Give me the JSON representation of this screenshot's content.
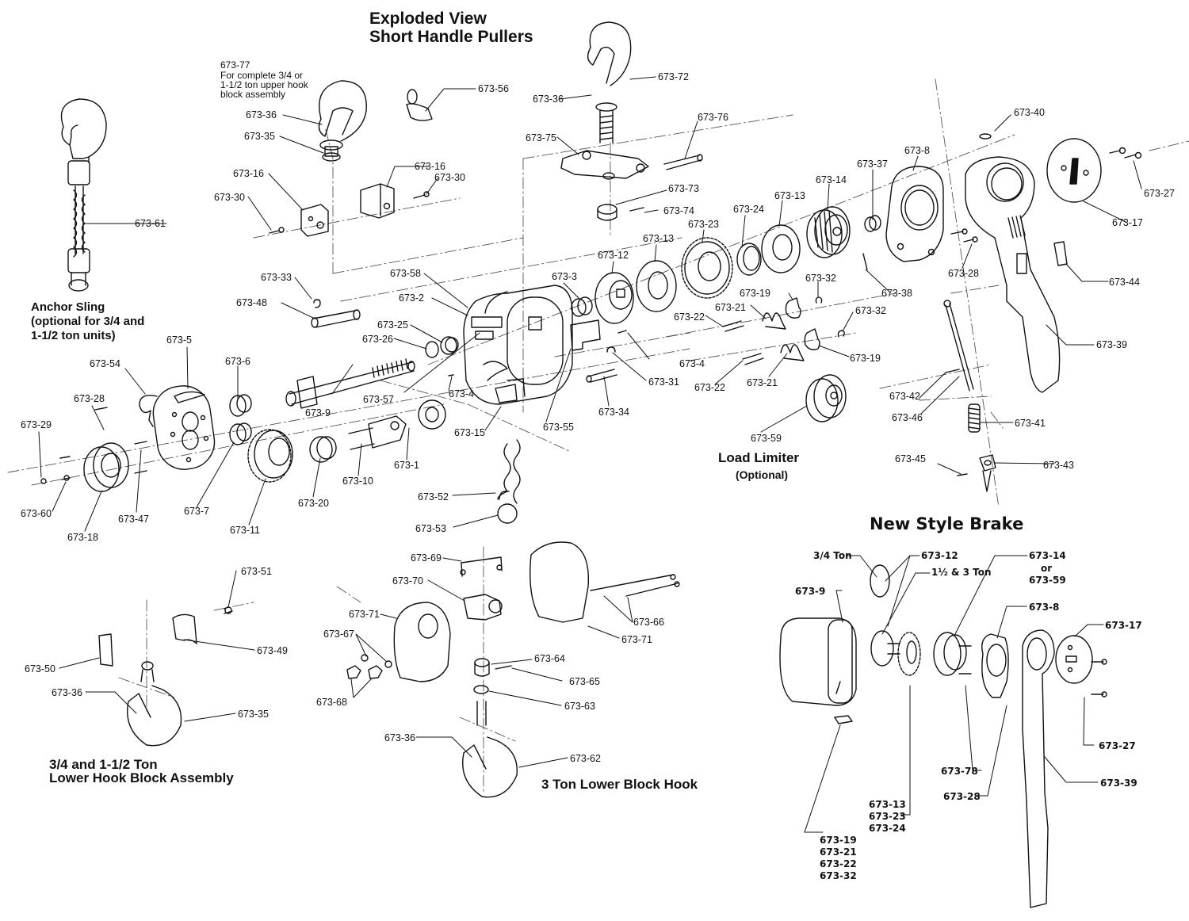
{
  "title": {
    "line1": "Exploded View",
    "line2": "Short Handle Pullers"
  },
  "note_673_77": {
    "part": "673-77",
    "text1": "For complete 3/4 or",
    "text2": "1-1/2 ton upper hook",
    "text3": "block assembly"
  },
  "sections": {
    "anchor_sling": {
      "line1": "Anchor Sling",
      "line2": "(optional for 3/4 and",
      "line3": "1-1/2 ton units)"
    },
    "load_limiter": {
      "line1": "Load Limiter",
      "line2": "(Optional)"
    },
    "lower_hook_block": {
      "line1": "3/4 and 1-1/2 Ton",
      "line2": "Lower Hook Block Assembly"
    },
    "three_ton_lower": {
      "line1": "3 Ton Lower Block Hook"
    },
    "new_style_brake": {
      "line1": "New Style Brake"
    }
  },
  "callouts": [
    "673-56",
    "673-36",
    "673-35",
    "673-16",
    "673-30",
    "673-16",
    "673-30",
    "673-61",
    "673-36",
    "673-72",
    "673-75",
    "673-76",
    "673-73",
    "673-74",
    "673-40",
    "673-8",
    "673-37",
    "673-14",
    "673-13",
    "673-24",
    "673-23",
    "673-13",
    "673-12",
    "673-27",
    "673-17",
    "673-28",
    "673-44",
    "673-38",
    "673-39",
    "673-33",
    "673-48",
    "673-58",
    "673-2",
    "673-25",
    "673-26",
    "673-3",
    "673-19",
    "673-32",
    "673-21",
    "673-22",
    "673-32",
    "673-4",
    "673-19",
    "673-22",
    "673-21",
    "673-31",
    "673-5",
    "673-54",
    "673-6",
    "673-28",
    "673-29",
    "673-9",
    "673-57",
    "673-4",
    "673-15",
    "673-55",
    "673-34",
    "673-42",
    "673-46",
    "673-41",
    "673-45",
    "673-43",
    "673-59",
    "673-60",
    "673-18",
    "673-47",
    "673-7",
    "673-11",
    "673-20",
    "673-10",
    "673-1",
    "673-52",
    "673-53",
    "673-51",
    "673-49",
    "673-50",
    "673-36",
    "673-35",
    "673-69",
    "673-70",
    "673-71",
    "673-67",
    "673-68",
    "673-66",
    "673-71",
    "673-64",
    "673-65",
    "673-63",
    "673-36",
    "673-62"
  ],
  "brake_callouts": {
    "three_quarter_ton": "3/4 Ton",
    "one_half_three_ton": "1½ & 3 Ton",
    "p12": "673-12",
    "p14": "673-14",
    "or": "or",
    "p59": "673-59",
    "p9": "673-9",
    "p8": "673-8",
    "p17": "673-17",
    "p27": "673-27",
    "p78": "673-78",
    "p39": "673-39",
    "p28": "673-28",
    "group_gear": [
      "673-13",
      "673-23",
      "673-24"
    ],
    "group_pawl": [
      "673-19",
      "673-21",
      "673-22",
      "673-32"
    ]
  }
}
